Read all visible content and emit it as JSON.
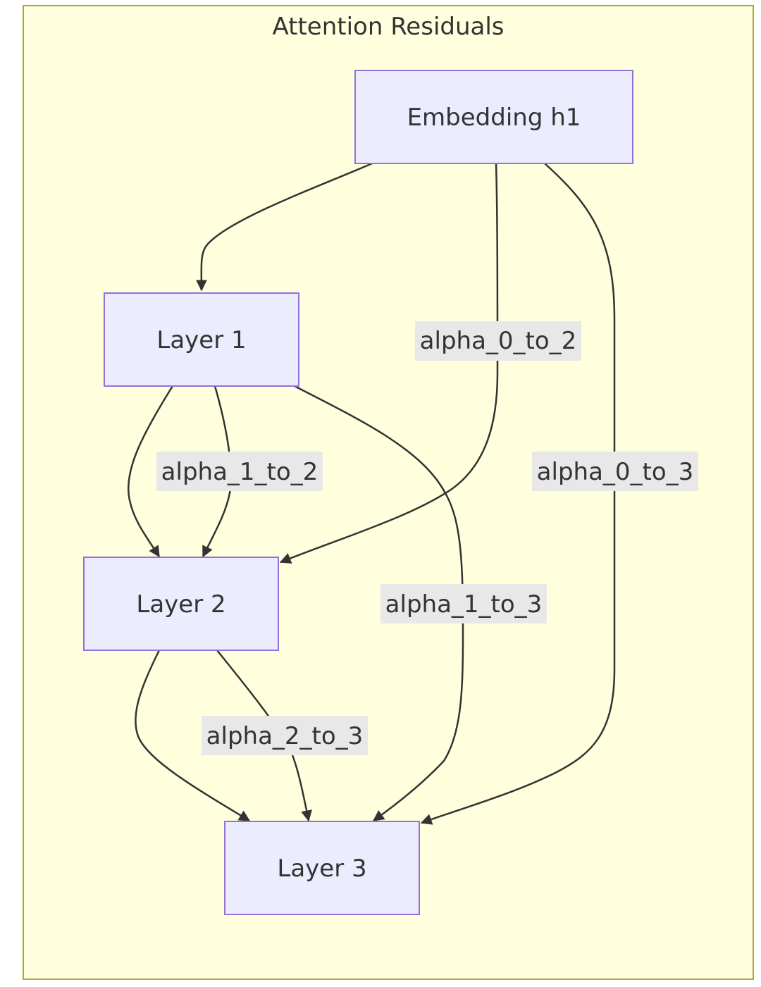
{
  "cluster": {
    "title": "Attention Residuals"
  },
  "nodes": {
    "embedding": "Embedding h1",
    "layer1": "Layer 1",
    "layer2": "Layer 2",
    "layer3": "Layer 3"
  },
  "edges": {
    "alpha_0_to_2": "alpha_0_to_2",
    "alpha_1_to_2": "alpha_1_to_2",
    "alpha_0_to_3": "alpha_0_to_3",
    "alpha_1_to_3": "alpha_1_to_3",
    "alpha_2_to_3": "alpha_2_to_3"
  },
  "colors": {
    "cluster_fill": "#ffffde",
    "cluster_stroke": "#aaaa33",
    "node_fill": "#ececff",
    "node_stroke": "#9370db",
    "edge_stroke": "#333333",
    "label_bg": "#e8e8e8",
    "text": "#333333"
  }
}
